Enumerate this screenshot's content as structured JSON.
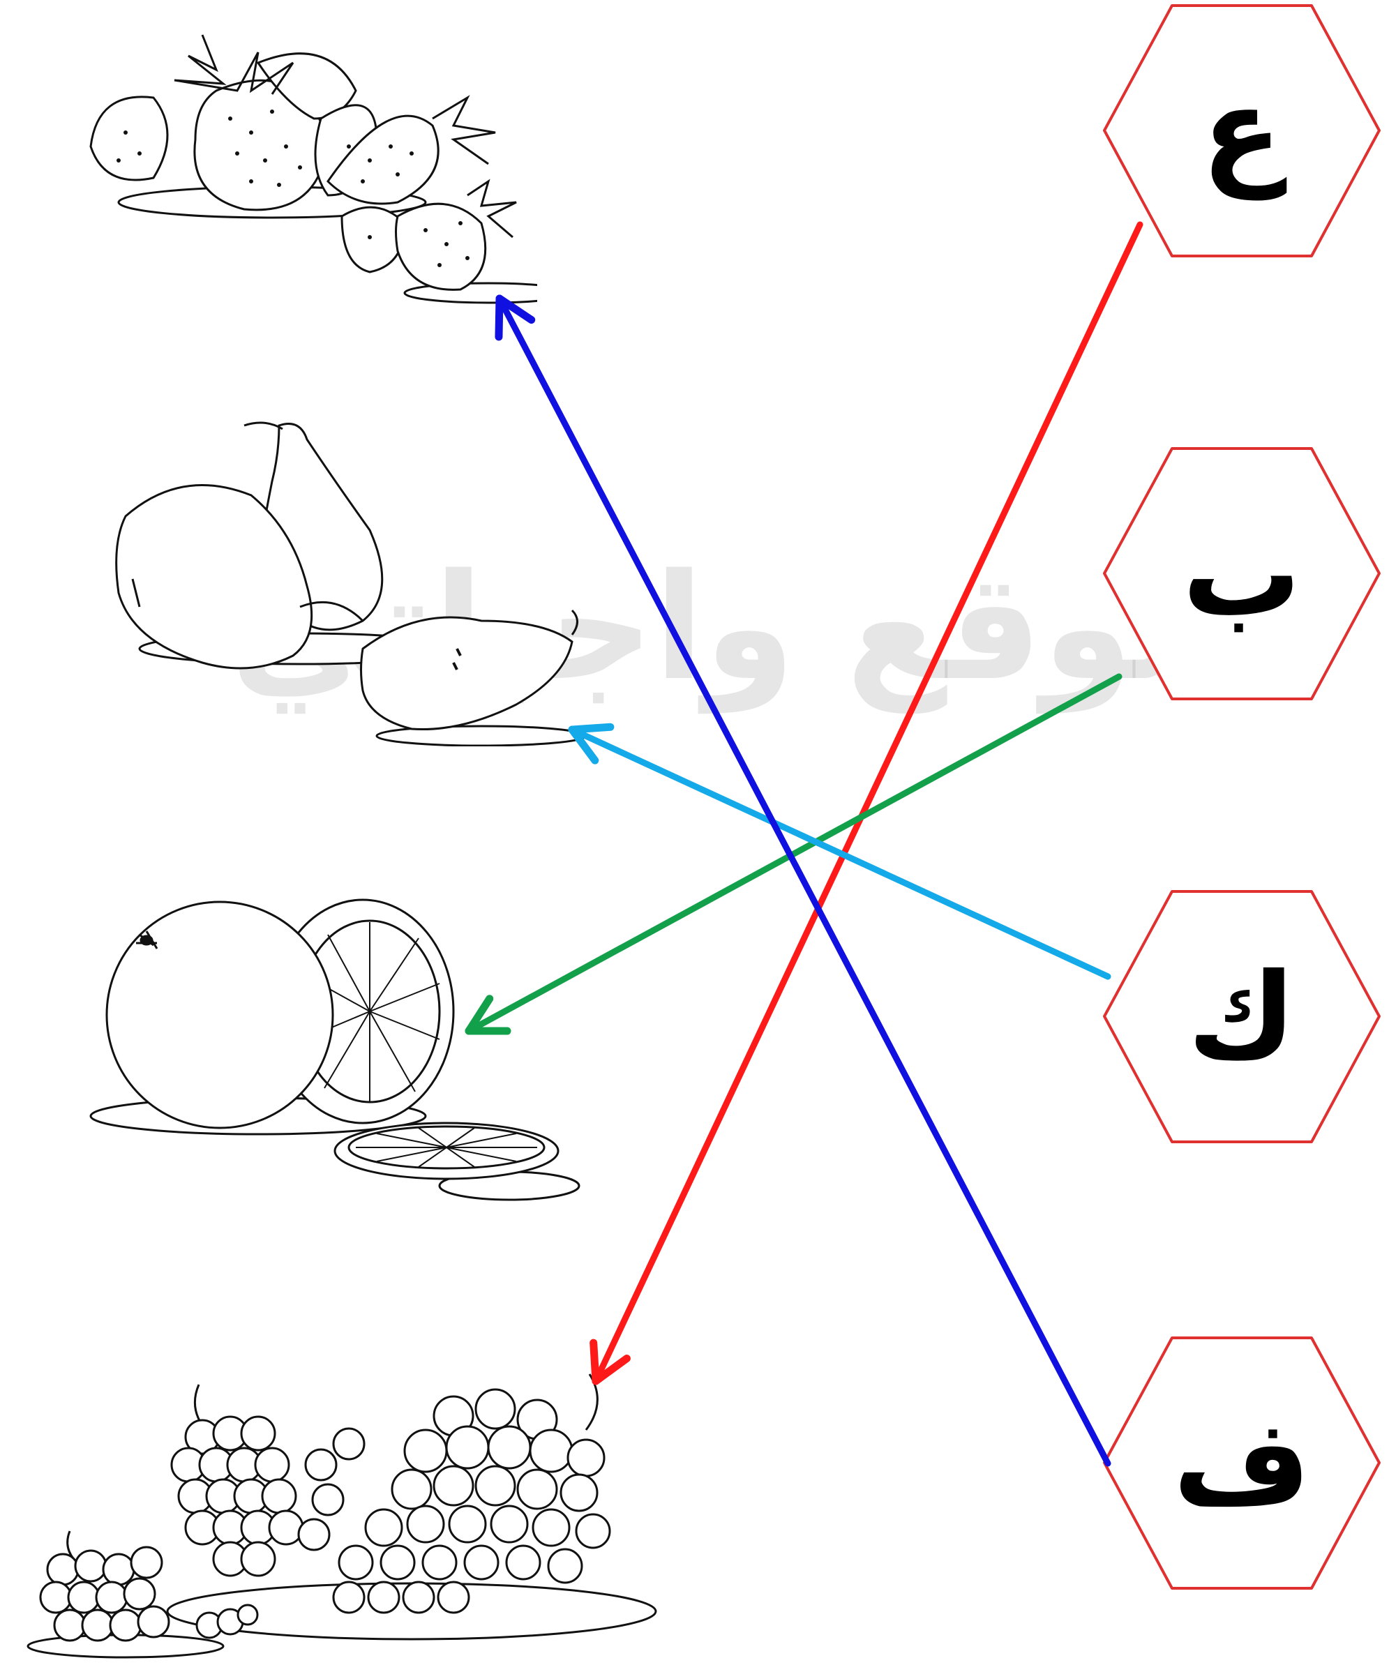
{
  "watermark": {
    "text": "موقع واجباتي"
  },
  "letters": [
    {
      "id": "ain",
      "char": "ع"
    },
    {
      "id": "ba",
      "char": "ب"
    },
    {
      "id": "kaf",
      "char": "ك"
    },
    {
      "id": "fa",
      "char": "ف"
    }
  ],
  "fruits": [
    {
      "id": "strawberry",
      "icon": "strawberry-illustration"
    },
    {
      "id": "pear",
      "icon": "pear-illustration"
    },
    {
      "id": "orange",
      "icon": "orange-illustration"
    },
    {
      "id": "grapes",
      "icon": "grapes-illustration"
    }
  ],
  "matches": [
    {
      "from": "ain",
      "to": "grapes",
      "color": "#ff1a1a"
    },
    {
      "from": "ba",
      "to": "orange",
      "color": "#13a04a"
    },
    {
      "from": "kaf",
      "to": "pear",
      "color": "#14a9e8"
    },
    {
      "from": "fa",
      "to": "strawberry",
      "color": "#1010e0"
    }
  ],
  "colors": {
    "badge_border": "#e03030",
    "letter": "#000000",
    "outline": "#111111"
  }
}
